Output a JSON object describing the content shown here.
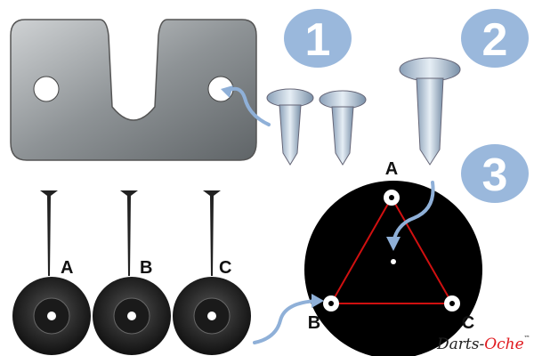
{
  "steps": [
    "1",
    "2",
    "3"
  ],
  "nails": [
    {
      "label": "A"
    },
    {
      "label": "B"
    },
    {
      "label": "C"
    }
  ],
  "mount_points": {
    "a": "A",
    "b": "B",
    "c": "C"
  },
  "logo": {
    "part1": "Darts-",
    "part2": "Oche",
    "tm": "™"
  },
  "colors": {
    "badge": "#9ab8dc",
    "arrow": "#8fb0d8",
    "triangle": "#d01010",
    "board": "#000000",
    "logo_red": "#e0191e"
  }
}
